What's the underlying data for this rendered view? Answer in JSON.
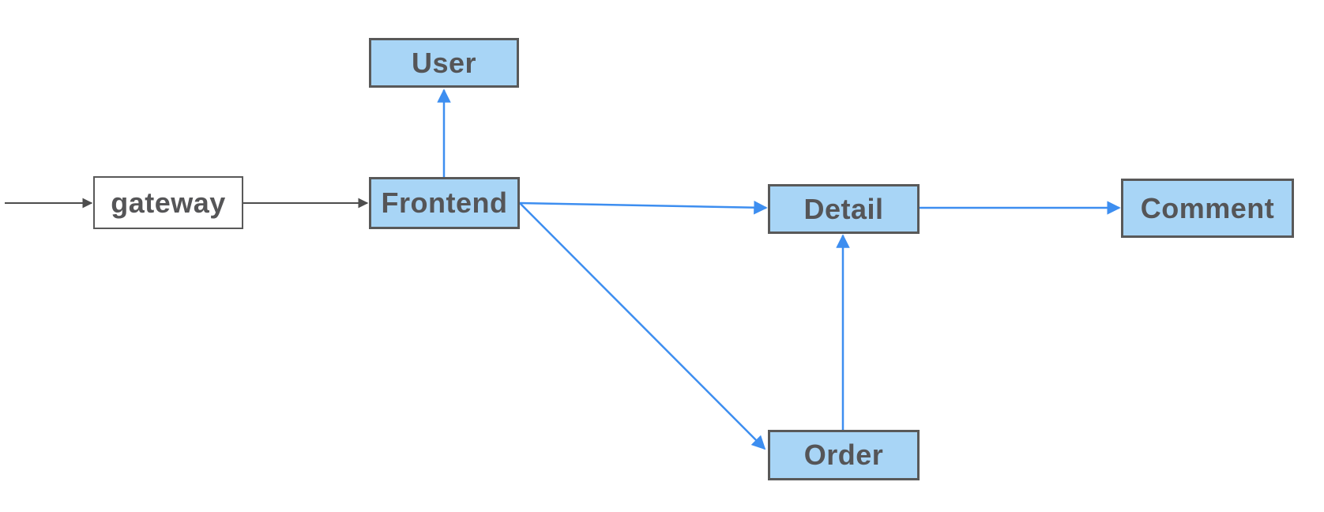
{
  "diagram": {
    "type": "flowchart",
    "background": "#FFFFFF",
    "colors": {
      "service_node_fill": "#A8D5F6",
      "node_border": "#595959",
      "gateway_fill": "#FFFFFF",
      "label_text": "#555557",
      "blue_edge": "#3D8EF0",
      "dark_edge": "#4D4D4D"
    },
    "nodes": [
      {
        "id": "gateway",
        "label": "gateway",
        "style": "plain-white"
      },
      {
        "id": "user",
        "label": "User",
        "style": "blue-service"
      },
      {
        "id": "frontend",
        "label": "Frontend",
        "style": "blue-service"
      },
      {
        "id": "detail",
        "label": "Detail",
        "style": "blue-service"
      },
      {
        "id": "comment",
        "label": "Comment",
        "style": "blue-service"
      },
      {
        "id": "order",
        "label": "Order",
        "style": "blue-service"
      }
    ],
    "edges": [
      {
        "from": "external-left",
        "to": "gateway",
        "color": "dark-gray",
        "direction": "right"
      },
      {
        "from": "gateway",
        "to": "frontend",
        "color": "dark-gray",
        "direction": "right"
      },
      {
        "from": "frontend",
        "to": "user",
        "color": "blue",
        "direction": "up"
      },
      {
        "from": "frontend",
        "to": "detail",
        "color": "blue",
        "direction": "right"
      },
      {
        "from": "frontend",
        "to": "order",
        "color": "blue",
        "direction": "down-right"
      },
      {
        "from": "order",
        "to": "detail",
        "color": "blue",
        "direction": "up"
      },
      {
        "from": "detail",
        "to": "comment",
        "color": "blue",
        "direction": "right"
      }
    ]
  }
}
